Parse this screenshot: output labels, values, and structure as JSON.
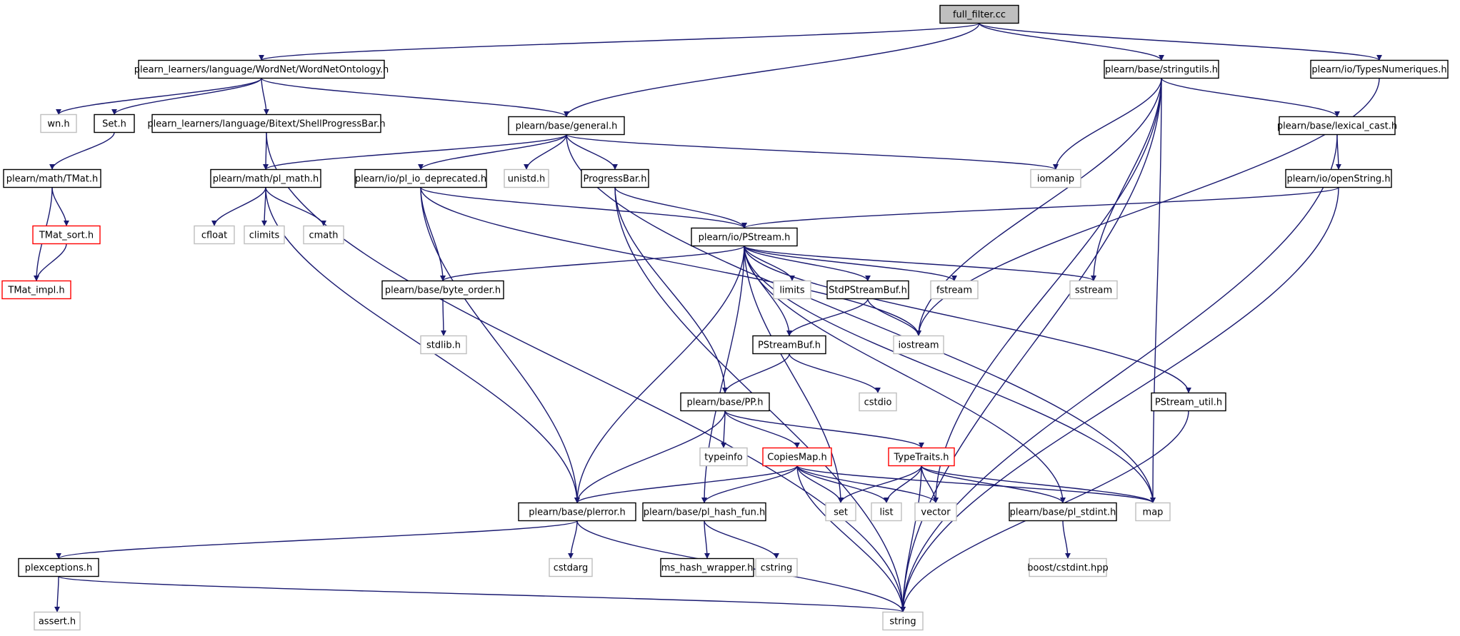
{
  "colors": {
    "edge": "#191970",
    "root_fill": "#bfbfbf",
    "documented_border": "#000000",
    "truncated_border": "#ff0000",
    "external_border": "#bfbfbf"
  },
  "nodes": [
    {
      "id": "full_filter",
      "label": "full_filter.cc",
      "kind": "root"
    },
    {
      "id": "wnonto",
      "label": "plearn_learners/language/WordNet/WordNetOntology.h",
      "kind": "documented"
    },
    {
      "id": "stringutils",
      "label": "plearn/base/stringutils.h",
      "kind": "documented"
    },
    {
      "id": "typesnum",
      "label": "plearn/io/TypesNumeriques.h",
      "kind": "documented"
    },
    {
      "id": "wnh",
      "label": "wn.h",
      "kind": "external"
    },
    {
      "id": "seth",
      "label": "Set.h",
      "kind": "documented"
    },
    {
      "id": "shellpb",
      "label": "plearn_learners/language/Bitext/ShellProgressBar.h",
      "kind": "documented"
    },
    {
      "id": "general",
      "label": "plearn/base/general.h",
      "kind": "documented"
    },
    {
      "id": "lexcast",
      "label": "plearn/base/lexical_cast.h",
      "kind": "documented"
    },
    {
      "id": "tmat",
      "label": "plearn/math/TMat.h",
      "kind": "documented"
    },
    {
      "id": "plmath",
      "label": "plearn/math/pl_math.h",
      "kind": "documented"
    },
    {
      "id": "pliodep",
      "label": "plearn/io/pl_io_deprecated.h",
      "kind": "documented"
    },
    {
      "id": "unistd",
      "label": "unistd.h",
      "kind": "external"
    },
    {
      "id": "progbar",
      "label": "ProgressBar.h",
      "kind": "documented"
    },
    {
      "id": "iomanip",
      "label": "iomanip",
      "kind": "external"
    },
    {
      "id": "openstring",
      "label": "plearn/io/openString.h",
      "kind": "documented"
    },
    {
      "id": "tmatsort",
      "label": "TMat_sort.h",
      "kind": "truncated"
    },
    {
      "id": "cfloat",
      "label": "cfloat",
      "kind": "external"
    },
    {
      "id": "climits",
      "label": "climits",
      "kind": "external"
    },
    {
      "id": "cmath",
      "label": "cmath",
      "kind": "external"
    },
    {
      "id": "pstream",
      "label": "plearn/io/PStream.h",
      "kind": "documented"
    },
    {
      "id": "tmatimpl",
      "label": "TMat_impl.h",
      "kind": "truncated"
    },
    {
      "id": "byteorder",
      "label": "plearn/base/byte_order.h",
      "kind": "documented"
    },
    {
      "id": "limits",
      "label": "limits",
      "kind": "external"
    },
    {
      "id": "stdpsbuf",
      "label": "StdPStreamBuf.h",
      "kind": "documented"
    },
    {
      "id": "fstream",
      "label": "fstream",
      "kind": "external"
    },
    {
      "id": "sstream",
      "label": "sstream",
      "kind": "external"
    },
    {
      "id": "stdlib",
      "label": "stdlib.h",
      "kind": "external"
    },
    {
      "id": "iostream",
      "label": "iostream",
      "kind": "external"
    },
    {
      "id": "psbuf",
      "label": "PStreamBuf.h",
      "kind": "documented"
    },
    {
      "id": "pp",
      "label": "plearn/base/PP.h",
      "kind": "documented"
    },
    {
      "id": "cstdio",
      "label": "cstdio",
      "kind": "external"
    },
    {
      "id": "psutil",
      "label": "PStream_util.h",
      "kind": "documented"
    },
    {
      "id": "typeinfo",
      "label": "typeinfo",
      "kind": "external"
    },
    {
      "id": "copiesmap",
      "label": "CopiesMap.h",
      "kind": "truncated"
    },
    {
      "id": "typetraits",
      "label": "TypeTraits.h",
      "kind": "truncated"
    },
    {
      "id": "plerror",
      "label": "plearn/base/plerror.h",
      "kind": "documented"
    },
    {
      "id": "plhash",
      "label": "plearn/base/pl_hash_fun.h",
      "kind": "documented"
    },
    {
      "id": "set",
      "label": "set",
      "kind": "external"
    },
    {
      "id": "list",
      "label": "list",
      "kind": "external"
    },
    {
      "id": "vector",
      "label": "vector",
      "kind": "external"
    },
    {
      "id": "plstdint",
      "label": "plearn/base/pl_stdint.h",
      "kind": "documented"
    },
    {
      "id": "map",
      "label": "map",
      "kind": "external"
    },
    {
      "id": "plexceptions",
      "label": "plexceptions.h",
      "kind": "documented"
    },
    {
      "id": "cstdarg",
      "label": "cstdarg",
      "kind": "external"
    },
    {
      "id": "mshash",
      "label": "ms_hash_wrapper.h",
      "kind": "documented"
    },
    {
      "id": "cstring",
      "label": "cstring",
      "kind": "external"
    },
    {
      "id": "booststdint",
      "label": "boost/cstdint.hpp",
      "kind": "external"
    },
    {
      "id": "asserth",
      "label": "assert.h",
      "kind": "external"
    },
    {
      "id": "string",
      "label": "string",
      "kind": "external"
    }
  ],
  "edges": [
    [
      "full_filter",
      "wnonto"
    ],
    [
      "full_filter",
      "general"
    ],
    [
      "full_filter",
      "stringutils"
    ],
    [
      "full_filter",
      "typesnum"
    ],
    [
      "wnonto",
      "wnh"
    ],
    [
      "wnonto",
      "seth"
    ],
    [
      "wnonto",
      "shellpb"
    ],
    [
      "wnonto",
      "general"
    ],
    [
      "seth",
      "tmat"
    ],
    [
      "shellpb",
      "plmath"
    ],
    [
      "shellpb",
      "string"
    ],
    [
      "tmat",
      "tmatsort"
    ],
    [
      "tmat",
      "tmatimpl"
    ],
    [
      "tmatsort",
      "tmatimpl"
    ],
    [
      "general",
      "plmath"
    ],
    [
      "general",
      "pliodep"
    ],
    [
      "general",
      "unistd"
    ],
    [
      "general",
      "progbar"
    ],
    [
      "general",
      "iomanip"
    ],
    [
      "general",
      "map"
    ],
    [
      "stringutils",
      "iomanip"
    ],
    [
      "stringutils",
      "sstream"
    ],
    [
      "stringutils",
      "iostream"
    ],
    [
      "stringutils",
      "vector"
    ],
    [
      "stringutils",
      "map"
    ],
    [
      "stringutils",
      "string"
    ],
    [
      "stringutils",
      "lexcast"
    ],
    [
      "typesnum",
      "iostream"
    ],
    [
      "lexcast",
      "openstring"
    ],
    [
      "lexcast",
      "string"
    ],
    [
      "openstring",
      "pstream"
    ],
    [
      "openstring",
      "string"
    ],
    [
      "plmath",
      "cfloat"
    ],
    [
      "plmath",
      "climits"
    ],
    [
      "plmath",
      "cmath"
    ],
    [
      "plmath",
      "plerror"
    ],
    [
      "pliodep",
      "pstream"
    ],
    [
      "pliodep",
      "byteorder"
    ],
    [
      "pliodep",
      "iostream"
    ],
    [
      "pliodep",
      "plerror"
    ],
    [
      "progbar",
      "pstream"
    ],
    [
      "progbar",
      "pp"
    ],
    [
      "progbar",
      "string"
    ],
    [
      "pstream",
      "byteorder"
    ],
    [
      "pstream",
      "limits"
    ],
    [
      "pstream",
      "stdpsbuf"
    ],
    [
      "pstream",
      "fstream"
    ],
    [
      "pstream",
      "sstream"
    ],
    [
      "pstream",
      "psbuf"
    ],
    [
      "pstream",
      "psutil"
    ],
    [
      "pstream",
      "plerror"
    ],
    [
      "pstream",
      "plhash"
    ],
    [
      "pstream",
      "set"
    ],
    [
      "pstream",
      "plstdint"
    ],
    [
      "pstream",
      "map"
    ],
    [
      "byteorder",
      "stdlib"
    ],
    [
      "stdpsbuf",
      "psbuf"
    ],
    [
      "stdpsbuf",
      "iostream"
    ],
    [
      "psbuf",
      "pp"
    ],
    [
      "psbuf",
      "cstdio"
    ],
    [
      "psutil",
      "string"
    ],
    [
      "pp",
      "typeinfo"
    ],
    [
      "pp",
      "copiesmap"
    ],
    [
      "pp",
      "typetraits"
    ],
    [
      "pp",
      "plerror"
    ],
    [
      "copiesmap",
      "plerror"
    ],
    [
      "copiesmap",
      "plhash"
    ],
    [
      "copiesmap",
      "set"
    ],
    [
      "copiesmap",
      "list"
    ],
    [
      "copiesmap",
      "vector"
    ],
    [
      "copiesmap",
      "map"
    ],
    [
      "copiesmap",
      "string"
    ],
    [
      "typetraits",
      "set"
    ],
    [
      "typetraits",
      "list"
    ],
    [
      "typetraits",
      "vector"
    ],
    [
      "typetraits",
      "plstdint"
    ],
    [
      "typetraits",
      "map"
    ],
    [
      "typetraits",
      "string"
    ],
    [
      "plerror",
      "plexceptions"
    ],
    [
      "plerror",
      "cstdarg"
    ],
    [
      "plerror",
      "string"
    ],
    [
      "plhash",
      "mshash"
    ],
    [
      "plhash",
      "cstring"
    ],
    [
      "plstdint",
      "booststdint"
    ],
    [
      "plexceptions",
      "asserth"
    ],
    [
      "plexceptions",
      "string"
    ]
  ]
}
